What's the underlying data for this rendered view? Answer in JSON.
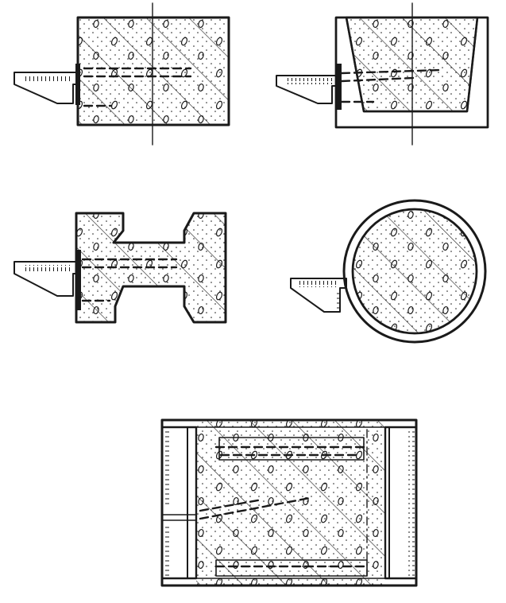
{
  "figure": {
    "kind": "technical-section-drawings",
    "ink_color": "#1a1a1a",
    "paper_color": "#ffffff",
    "panels": [
      {
        "id": "rectangular-section",
        "shape": "rectangle",
        "has_axis_line": true,
        "has_formwork": false
      },
      {
        "id": "trapezoid-in-mold-section",
        "shape": "trapezoid-in-rectangular-mold",
        "has_axis_line": true,
        "has_formwork": true
      },
      {
        "id": "i-beam-section",
        "shape": "i-beam",
        "has_axis_line": false,
        "has_formwork": false
      },
      {
        "id": "circular-section",
        "shape": "circle",
        "has_axis_line": false,
        "has_formwork": true
      },
      {
        "id": "plan-view-with-side-plates",
        "shape": "rectangle-with-two-side-plates",
        "has_axis_line": true,
        "has_formwork": true
      }
    ],
    "icons": [
      "strain-gauge-bracket-icon",
      "graduated-scale-icon",
      "embedded-bar-dashed-icon"
    ]
  }
}
